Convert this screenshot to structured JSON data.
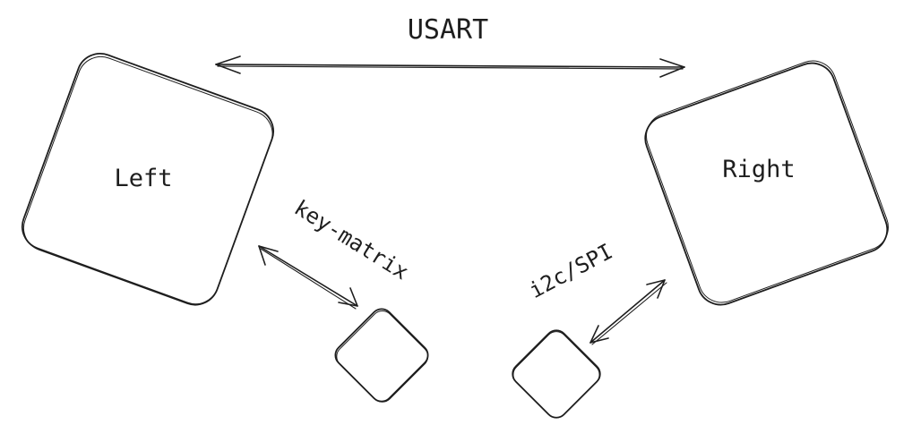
{
  "diagram": {
    "stroke_color": "#1e1e1e",
    "background": "#ffffff",
    "nodes": {
      "left": {
        "label": "Left"
      },
      "right": {
        "label": "Right"
      },
      "left_small": {
        "label": ""
      },
      "right_small": {
        "label": ""
      }
    },
    "edges": {
      "usart": {
        "label": "USART",
        "from": "Left",
        "to": "Right",
        "bidirectional": true
      },
      "key_matrix": {
        "label": "key-matrix",
        "bidirectional": true
      },
      "i2c_spi": {
        "label": "i2c/SPI",
        "bidirectional": true
      }
    }
  }
}
